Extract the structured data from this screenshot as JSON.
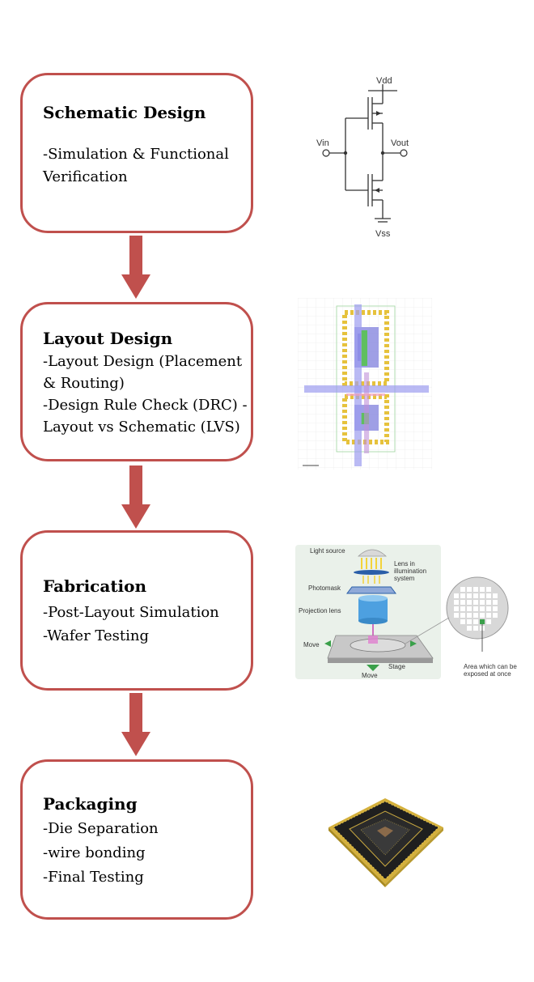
{
  "stages": [
    {
      "title": "Schematic Design",
      "lines": "-Simulation & Functional\nVerification"
    },
    {
      "title": "Layout Design",
      "lines": "-Layout Design (Placement\n& Routing)\n-Design Rule Check (DRC) -\nLayout vs Schematic (LVS)"
    },
    {
      "title": "Fabrication",
      "lines": "-Post-Layout Simulation\n-Wafer Testing"
    },
    {
      "title": "Packaging",
      "lines": "-Die Separation\n-wire bonding\n-Final Testing"
    }
  ],
  "inverter": {
    "vdd": "Vdd",
    "vin": "Vin",
    "vout": "Vout",
    "vss": "Vss"
  },
  "litho": {
    "light_source": "Light source",
    "lens": "Lens in",
    "lens2": "illumination",
    "lens3": "system",
    "photomask": "Photomask",
    "projection_lens": "Projection lens",
    "move_left": "Move",
    "move_down": "Move",
    "stage": "Stage",
    "area1": "Area which can be",
    "area2": "exposed at once"
  },
  "colors": {
    "box_border": "#c0504d",
    "arrow": "#c0504d"
  }
}
